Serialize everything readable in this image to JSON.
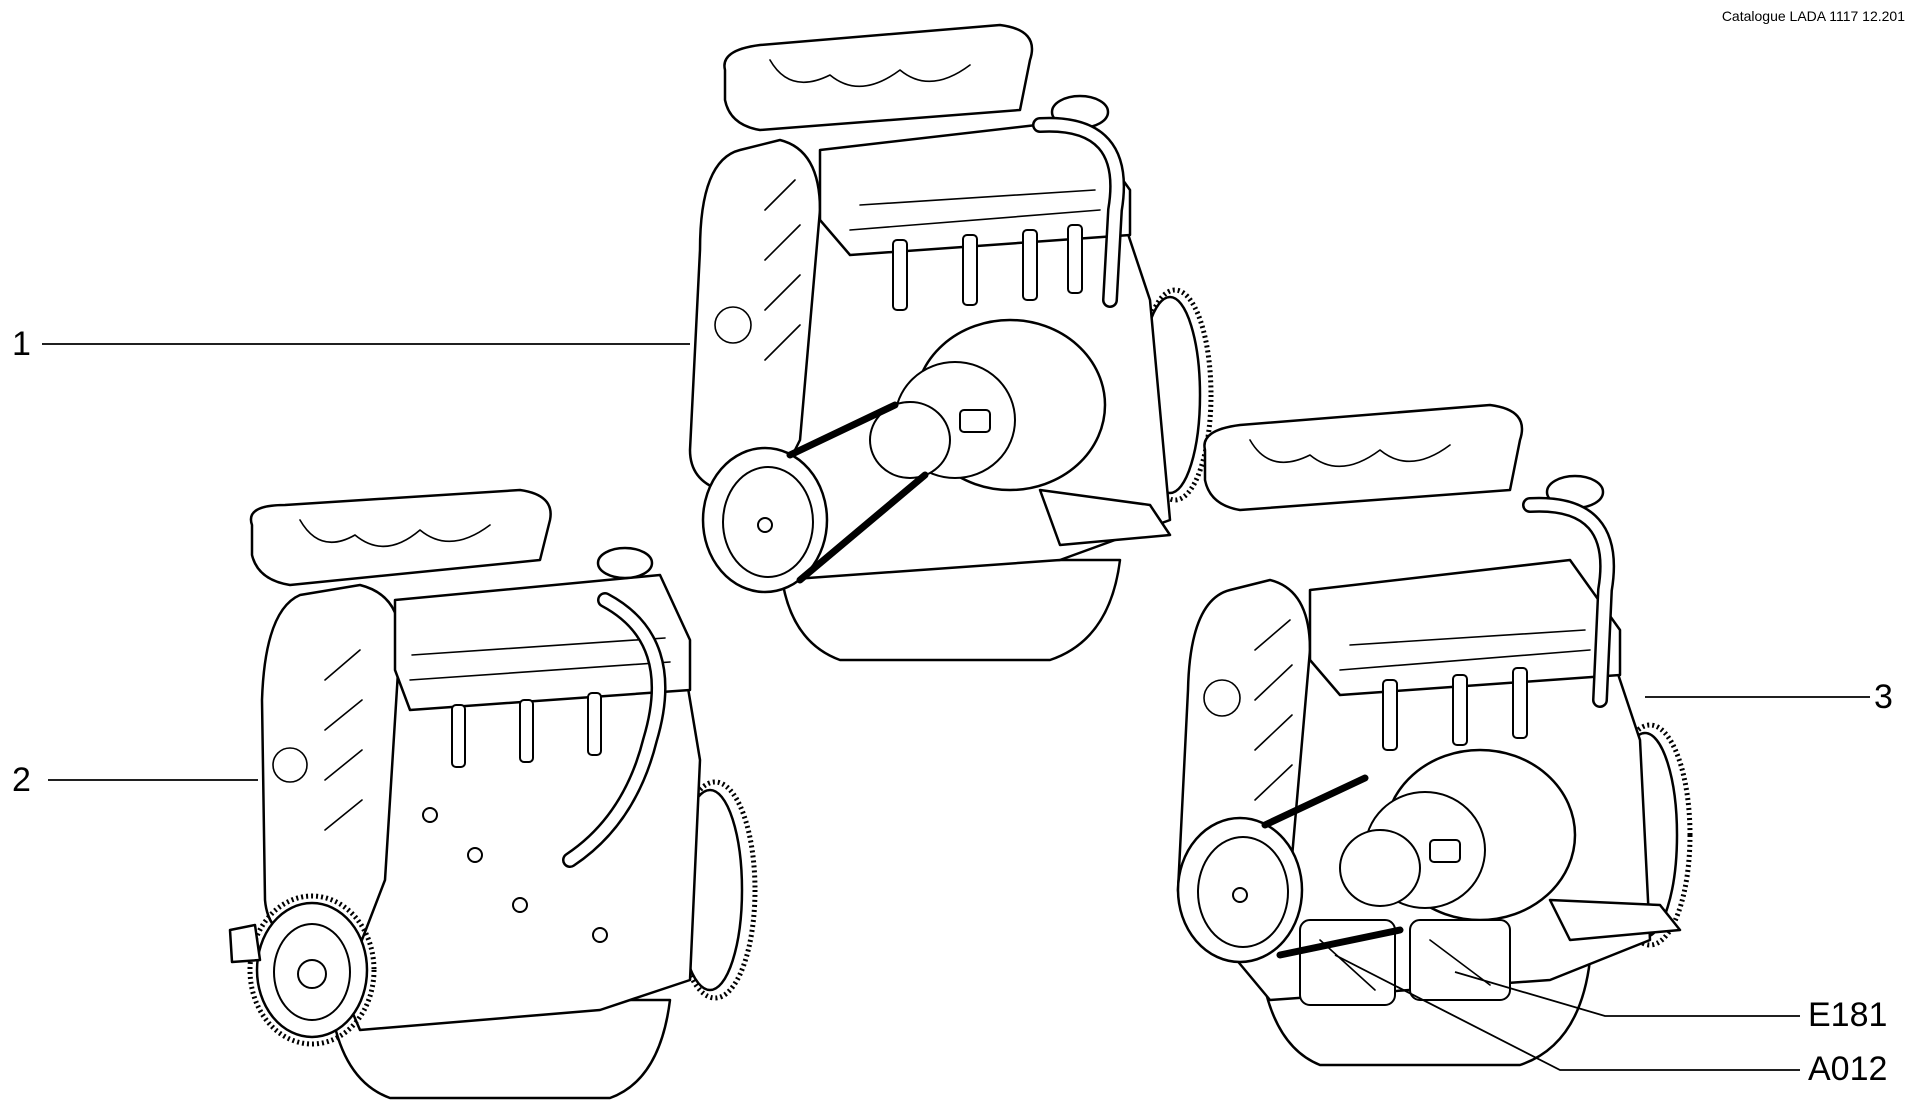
{
  "header": {
    "catalogue_label": "Catalogue LADA 1117  12.201"
  },
  "callouts": {
    "engine_1": "1",
    "engine_2": "2",
    "engine_3": "3",
    "part_e181": "E181",
    "part_a012": "A012"
  }
}
